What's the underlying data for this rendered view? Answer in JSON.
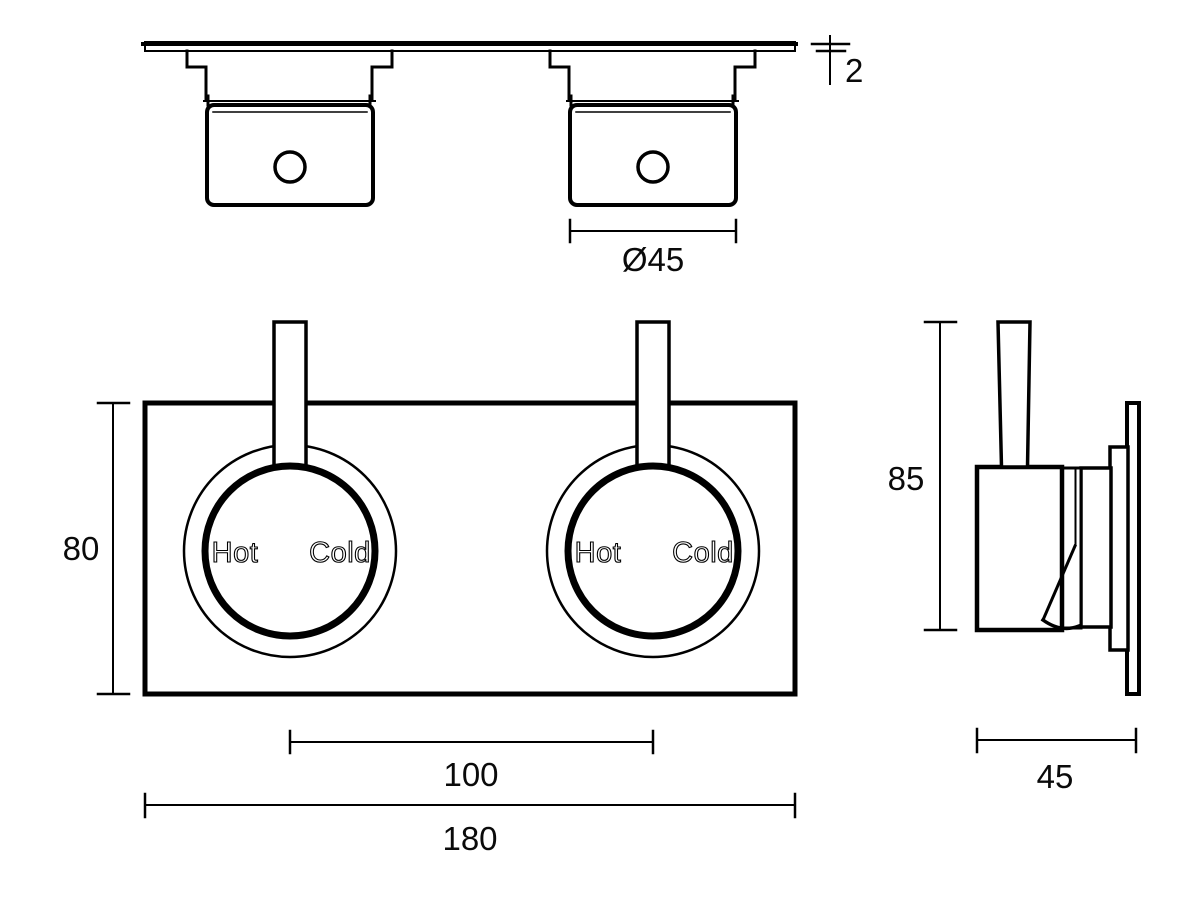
{
  "colors": {
    "line": "#000000",
    "background": "#ffffff"
  },
  "views": {
    "top_view": {
      "thickness_dim": "2",
      "diameter_dim": "Ø45"
    },
    "front_view": {
      "dials": [
        {
          "hot": "Hot",
          "cold": "Cold"
        },
        {
          "hot": "Hot",
          "cold": "Cold"
        }
      ],
      "height_dim": "80",
      "spacing_dim": "100",
      "width_dim": "180"
    },
    "side_view": {
      "height_dim": "85",
      "depth_dim": "45"
    }
  }
}
